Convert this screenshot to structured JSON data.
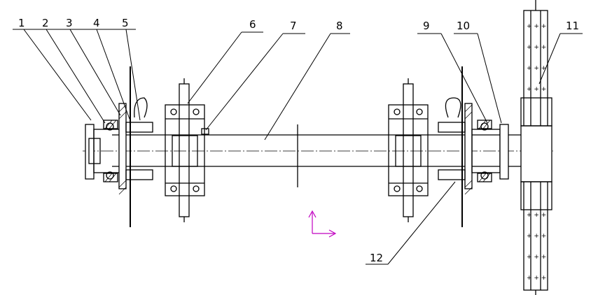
{
  "callouts": [
    {
      "id": "1",
      "label": "1"
    },
    {
      "id": "2",
      "label": "2"
    },
    {
      "id": "3",
      "label": "3"
    },
    {
      "id": "4",
      "label": "4"
    },
    {
      "id": "5",
      "label": "5"
    },
    {
      "id": "6",
      "label": "6"
    },
    {
      "id": "7",
      "label": "7"
    },
    {
      "id": "8",
      "label": "8"
    },
    {
      "id": "9",
      "label": "9"
    },
    {
      "id": "10",
      "label": "10"
    },
    {
      "id": "11",
      "label": "11"
    },
    {
      "id": "12",
      "label": "12"
    }
  ],
  "colors": {
    "line": "#000000",
    "axis_indicator": "#c000c0",
    "background": "#ffffff"
  }
}
